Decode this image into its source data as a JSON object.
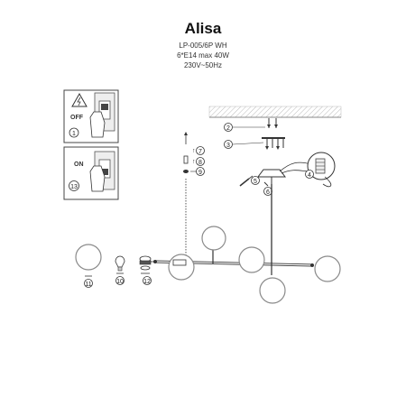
{
  "header": {
    "title": "Alisa",
    "specs": [
      "LP-005/6P WH",
      "6*E14 max 40W",
      "230V~50Hz"
    ]
  },
  "panels": {
    "off_label": "OFF",
    "on_label": "ON"
  },
  "callouts": [
    {
      "id": "c1",
      "label": "1"
    },
    {
      "id": "c2",
      "label": "2"
    },
    {
      "id": "c3",
      "label": "3"
    },
    {
      "id": "c4",
      "label": "4"
    },
    {
      "id": "c5",
      "label": "5"
    },
    {
      "id": "c6",
      "label": "6"
    },
    {
      "id": "c7",
      "label": "7"
    },
    {
      "id": "c8",
      "label": "8"
    },
    {
      "id": "c9",
      "label": "9"
    },
    {
      "id": "c10",
      "label": "10"
    },
    {
      "id": "c11",
      "label": "11"
    },
    {
      "id": "c12",
      "label": "12"
    },
    {
      "id": "c13",
      "label": "13"
    }
  ],
  "colors": {
    "line": "#333333",
    "glass": "#9a9a9a",
    "ceiling": "#d8d8d8",
    "panel_fill": "#f2f2f2"
  }
}
